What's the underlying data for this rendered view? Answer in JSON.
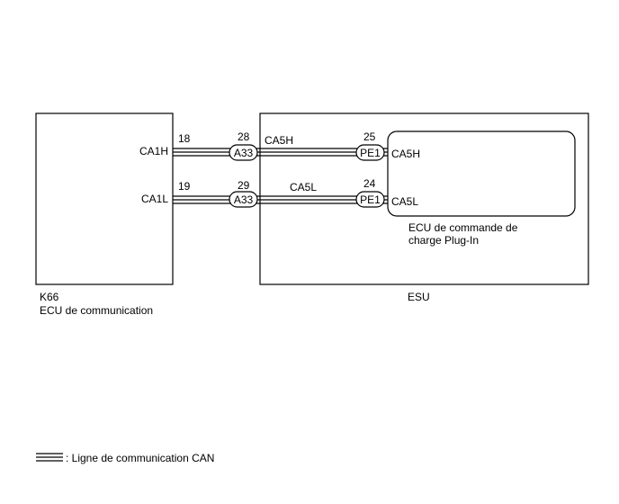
{
  "ecu_left": {
    "code": "K66",
    "name": "ECU de communication",
    "pin_high": "CA1H",
    "pin_low": "CA1L",
    "pin_high_no": "18",
    "pin_low_no": "19"
  },
  "esu": {
    "label": "ESU",
    "connector_name": "A33",
    "pin_high_no": "28",
    "pin_low_no": "29",
    "wire_high": "CA5H",
    "wire_low": "CA5L"
  },
  "ecu_inner": {
    "name_line1": "ECU de commande de",
    "name_line2": "charge Plug-In",
    "connector_name": "PE1",
    "pin_high_no": "25",
    "pin_low_no": "24",
    "pin_high": "CA5H",
    "pin_low": "CA5L"
  },
  "legend": {
    "text": ": Ligne de communication CAN"
  }
}
